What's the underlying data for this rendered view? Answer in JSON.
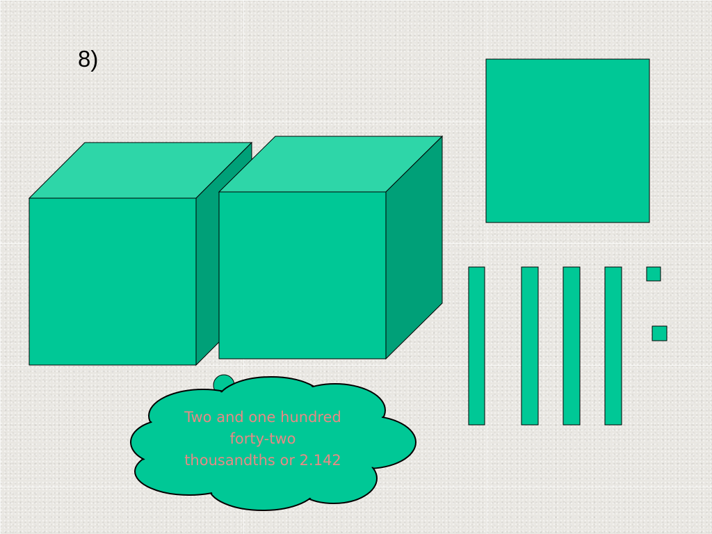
{
  "problem_label": "8)",
  "caption": "Two and one hundred forty-two thousandths or 2.142",
  "blocks": {
    "ones_cubes": 2,
    "tenths_flats": 1,
    "hundredths_rods": 4,
    "thousandths_units": 2
  },
  "colors": {
    "front": "#00c896",
    "top": "#2ed6a8",
    "side": "#00a078",
    "caption_text": "#e88a85"
  }
}
